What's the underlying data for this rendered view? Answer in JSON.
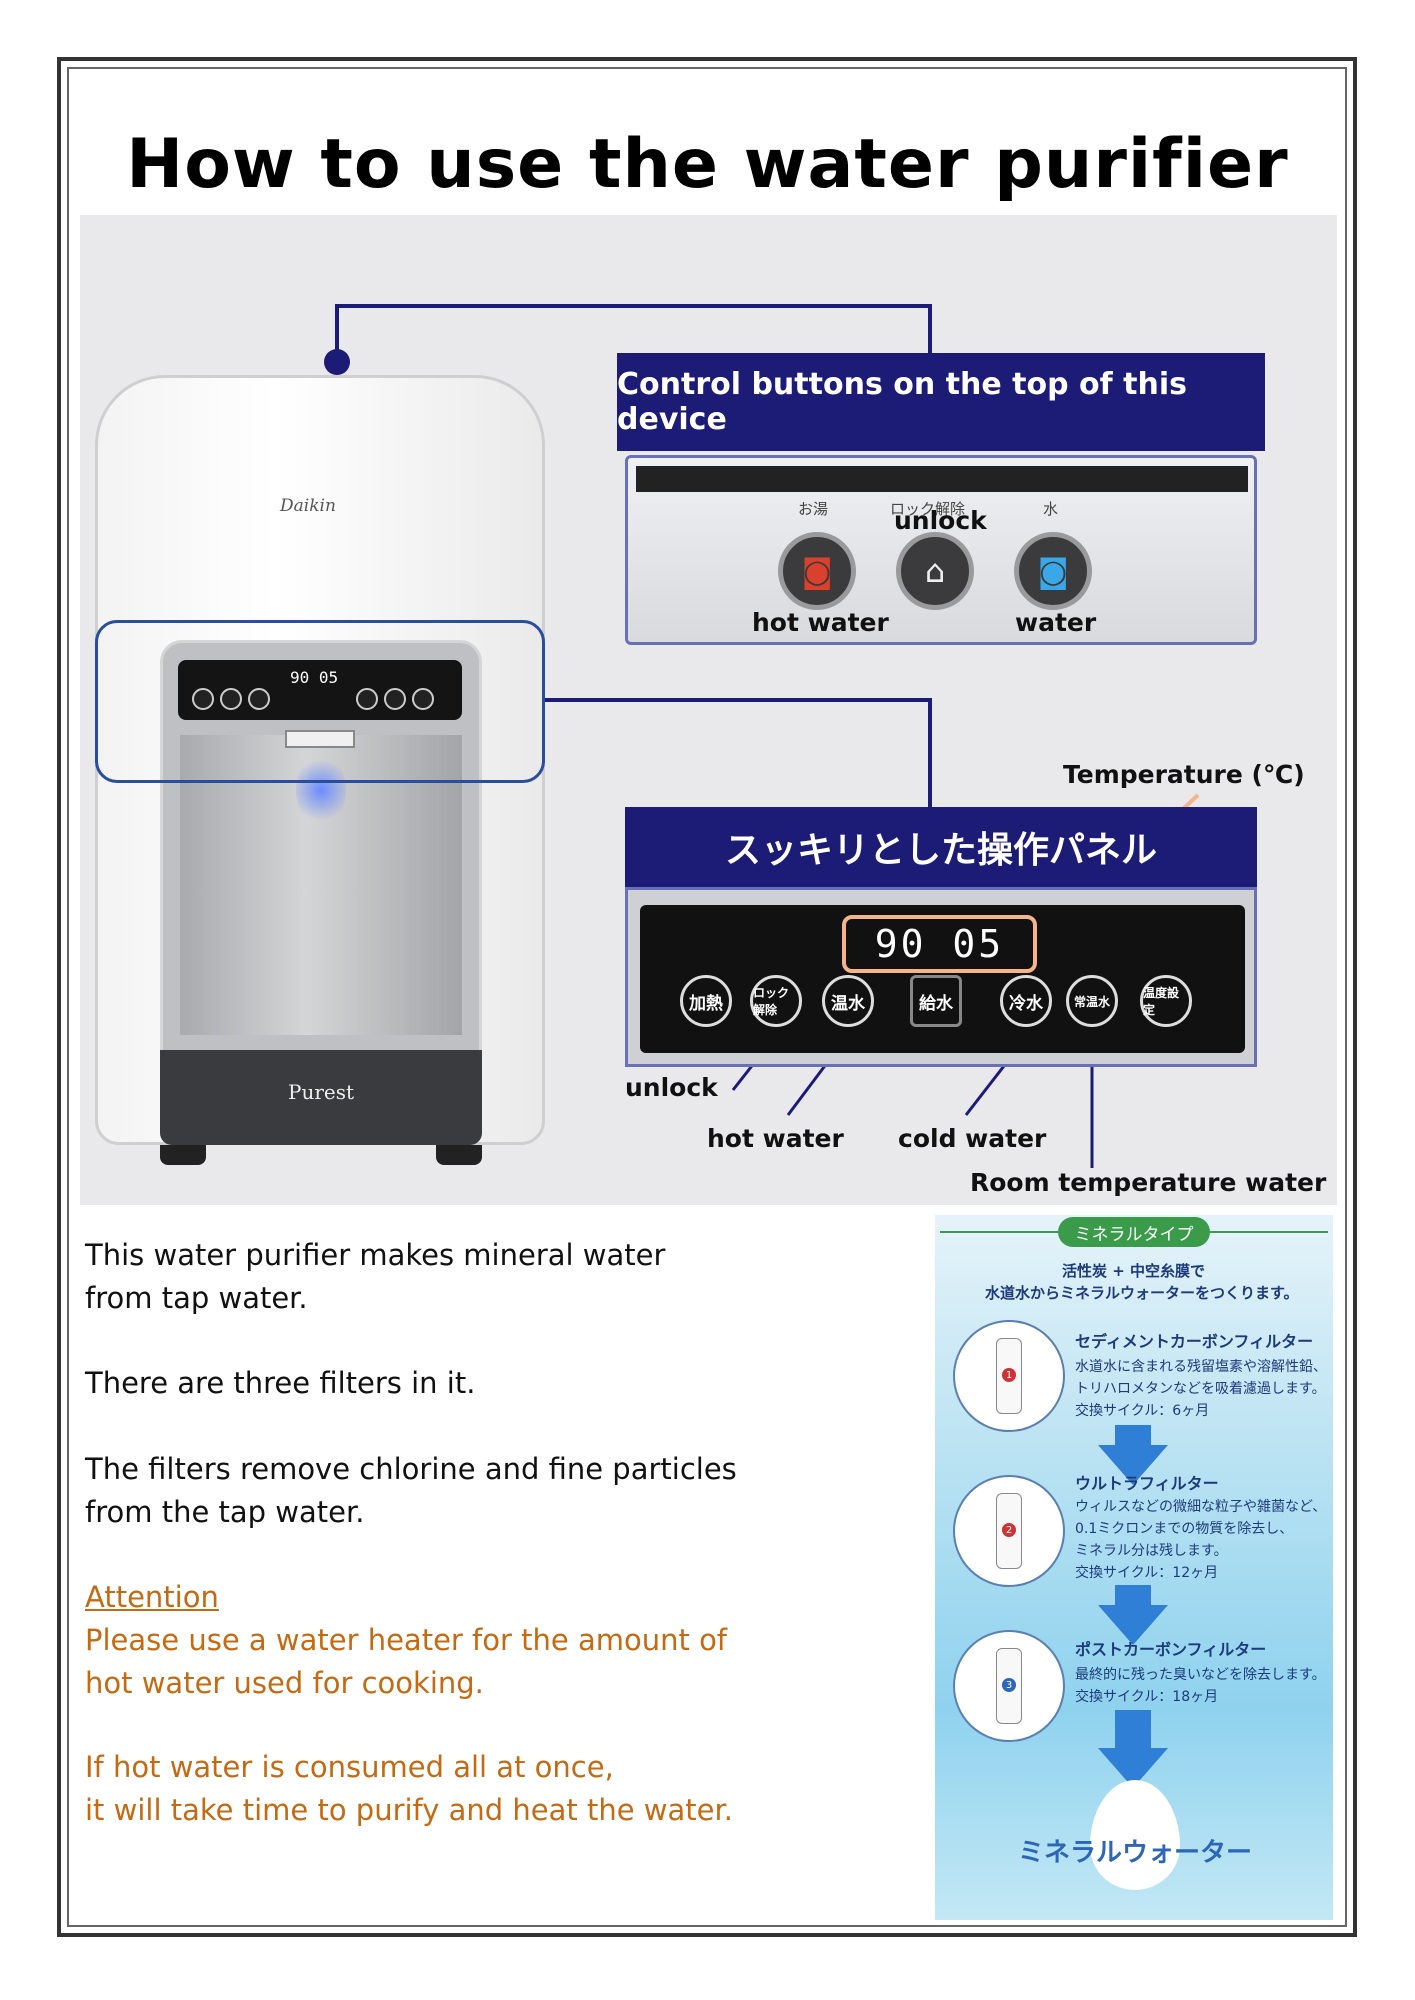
{
  "title": "How to use the water purifier",
  "device": {
    "logo": "Daikin",
    "brand": "Purest",
    "display_reading": "90 05"
  },
  "control_top": {
    "heading": "Control buttons on the top of this device",
    "jp_labels": [
      "お湯",
      "ロック解除",
      "水"
    ],
    "labels": {
      "unlock": "unlock",
      "hot_water": "hot water",
      "water": "water"
    }
  },
  "operation_panel": {
    "heading": "スッキリとした操作パネル",
    "display": "90  05",
    "buttons": [
      "加熱",
      "ロック解除",
      "温水",
      "給水",
      "冷水",
      "常温水",
      "温度設定"
    ],
    "labels": {
      "temperature": "Temperature (℃)",
      "unlock": "unlock",
      "hot_water": "hot water",
      "cold_water": "cold water",
      "room_temp": "Room temperature water"
    }
  },
  "text": {
    "p1": [
      "This water purifier makes mineral water",
      "from tap water."
    ],
    "p2": "There are three filters in it.",
    "p3": [
      "The filters remove chlorine and fine particles",
      "from the tap water."
    ],
    "attention_title": "Attention",
    "attention": [
      "Please use a water heater for the amount of",
      "hot water used for cooking."
    ],
    "p5": [
      "If hot water is consumed all at once,",
      "it will take time to purify and heat the water."
    ]
  },
  "filters": {
    "tag": "ミネラルタイプ",
    "intro": [
      "活性炭 + 中空糸膜で",
      "水道水からミネラルウォーターをつくります。"
    ],
    "items": [
      {
        "num": "1",
        "name": "セディメントカーボンフィルター",
        "desc": [
          "水道水に含まれる残留塩素や溶解性鉛、",
          "トリハロメタンなどを吸着濾過します。"
        ],
        "cycle": "交換サイクル：6ヶ月"
      },
      {
        "num": "2",
        "name": "ウルトラフィルター",
        "desc": [
          "ウィルスなどの微細な粒子や雑菌など、",
          "0.1ミクロンまでの物質を除去し、",
          "ミネラル分は残します。"
        ],
        "cycle": "交換サイクル：12ヶ月"
      },
      {
        "num": "3",
        "name": "ポストカーボンフィルター",
        "desc": [
          "最終的に残った臭いなどを除去します。"
        ],
        "cycle": "交換サイクル：18ヶ月"
      }
    ],
    "result": "ミネラルウォーター"
  },
  "colors": {
    "navy": "#1c1b76",
    "orange_text": "#c46a12",
    "highlight": "#f5b48a",
    "green": "#3a9c4a"
  }
}
